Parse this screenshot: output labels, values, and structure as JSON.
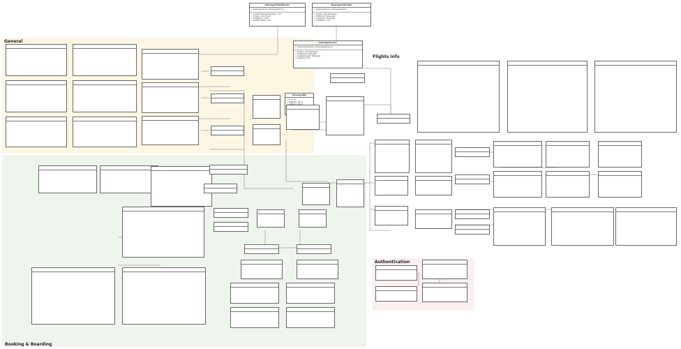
{
  "regions": {
    "general": "General",
    "flights": "Flights Info",
    "booking": "Booking & Boarding",
    "auth": "Authentication"
  },
  "colors": {
    "general": "#fdf6e3",
    "booking": "#eef5ec",
    "auth": "#fbeff0",
    "flights": "#ffffff"
  },
  "boxes": [
    {
      "stereo": "",
      "name": "PassengerTicketService",
      "sections": [
        [
          "passengerService: PassengerService"
        ],
        [
          "createTicket(passengerDto): void",
          "findAll(): List<Ticket>",
          "findById(id): Ticket",
          "deleteTicket(id): void"
        ]
      ]
    },
    {
      "stereo": "",
      "name": "PassengerController",
      "sections": [
        [
          "passengerService: PassengerService"
        ],
        [
          "findAll(): List<Passenger>",
          "findById(id): Passenger",
          "create(dto): Passenger",
          "update(dto): void",
          "delete(id): void"
        ]
      ]
    },
    {
      "stereo": "",
      "name": "PassengerService",
      "sections": [
        [
          "passengerRepository: PassengerRepository"
        ],
        [
          "findAll(): List<Passenger>",
          "findById(id): Passenger",
          "save(passenger): Passenger",
          "delete(id): void"
        ]
      ]
    },
    {
      "stereo": "",
      "name": "PassengerDto",
      "sections": [
        [
          "id: Long",
          "firstName: String",
          "lastName: String"
        ]
      ]
    }
  ]
}
